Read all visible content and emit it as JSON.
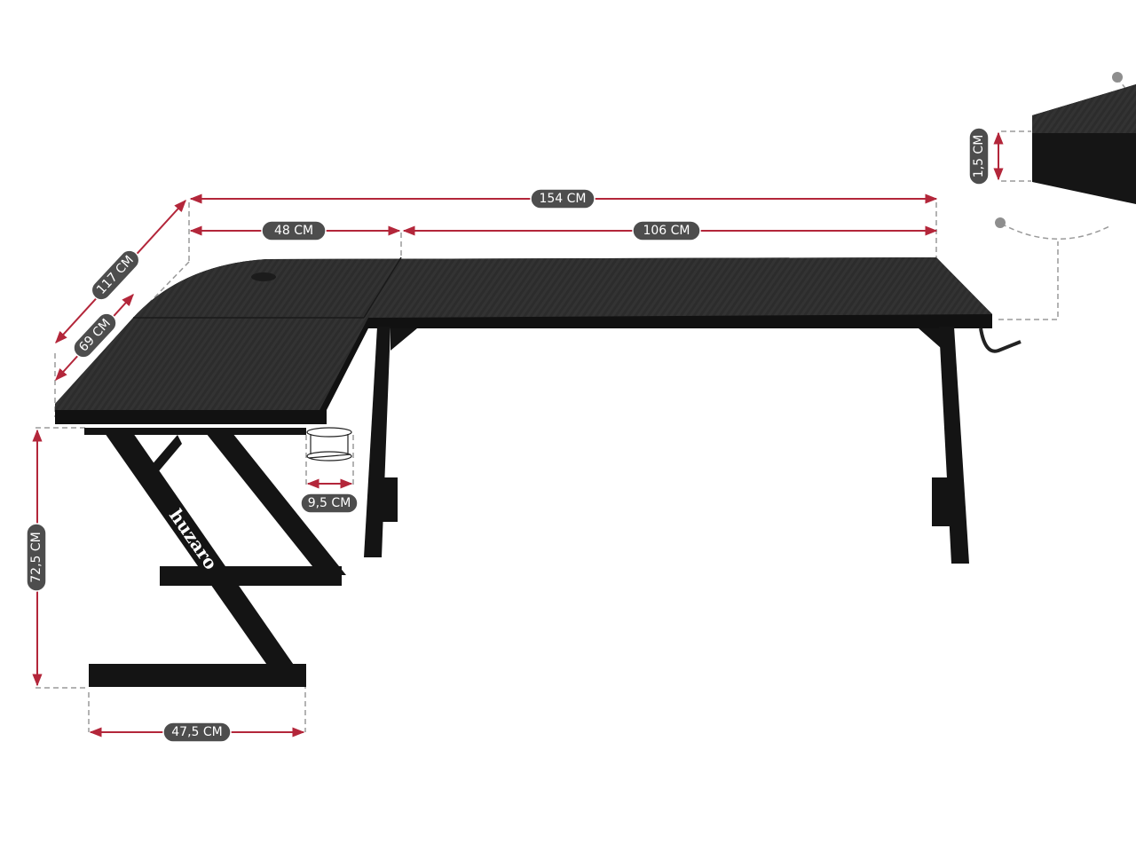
{
  "dimensions": {
    "total_width": "154 CM",
    "corner_width": "48 CM",
    "main_width": "106 CM",
    "side_length": "117 CM",
    "side_depth": "69 CM",
    "height": "72,5 CM",
    "leg_depth": "47,5 CM",
    "cup_holder": "9,5 CM",
    "thickness": "1,5 CM"
  },
  "brand": {
    "logo_text": "huzaro"
  },
  "colors": {
    "dimension_line": "#b3263a",
    "label_pill": "#4d4d4d",
    "desk": "#2a2a2a"
  }
}
